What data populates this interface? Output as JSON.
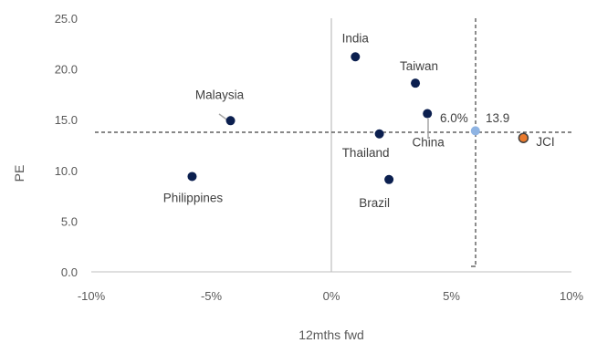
{
  "chart_data": {
    "type": "scatter",
    "xlabel": "12mths fwd",
    "ylabel": "PE",
    "xlim": [
      -0.1,
      0.1
    ],
    "ylim": [
      0,
      25
    ],
    "x_ticks": [
      {
        "value": -0.1,
        "label": "-10%"
      },
      {
        "value": -0.05,
        "label": "-5%"
      },
      {
        "value": 0.0,
        "label": "0%"
      },
      {
        "value": 0.05,
        "label": "5%"
      },
      {
        "value": 0.1,
        "label": "10%"
      }
    ],
    "y_ticks": [
      {
        "value": 0,
        "label": "0.0"
      },
      {
        "value": 5,
        "label": "5.0"
      },
      {
        "value": 10,
        "label": "10.0"
      },
      {
        "value": 15,
        "label": "15.0"
      },
      {
        "value": 20,
        "label": "20.0"
      },
      {
        "value": 25,
        "label": "25.0"
      }
    ],
    "grid": false,
    "points": [
      {
        "label": "India",
        "x": 0.01,
        "y": 21.2,
        "color": "#0b1f4f"
      },
      {
        "label": "Taiwan",
        "x": 0.035,
        "y": 18.6,
        "color": "#0b1f4f"
      },
      {
        "label": "Malaysia",
        "x": -0.042,
        "y": 14.9,
        "color": "#0b1f4f"
      },
      {
        "label": "China",
        "x": 0.04,
        "y": 15.6,
        "color": "#0b1f4f"
      },
      {
        "label": "Thailand",
        "x": 0.02,
        "y": 13.6,
        "color": "#0b1f4f"
      },
      {
        "label": "Philippines",
        "x": -0.058,
        "y": 9.4,
        "color": "#0b1f4f"
      },
      {
        "label": "Brazil",
        "x": 0.024,
        "y": 9.1,
        "color": "#0b1f4f"
      },
      {
        "label": "JCI",
        "x": 0.08,
        "y": 13.2,
        "color": "#e97a2d"
      },
      {
        "label": "",
        "x": 0.06,
        "y": 13.9,
        "color": "#8fb4e3"
      }
    ],
    "reference_lines": {
      "horizontal_y": 13.9,
      "vertical_x": 0.06,
      "horizontal_label": "13.9",
      "vertical_label": "6.0%"
    }
  }
}
